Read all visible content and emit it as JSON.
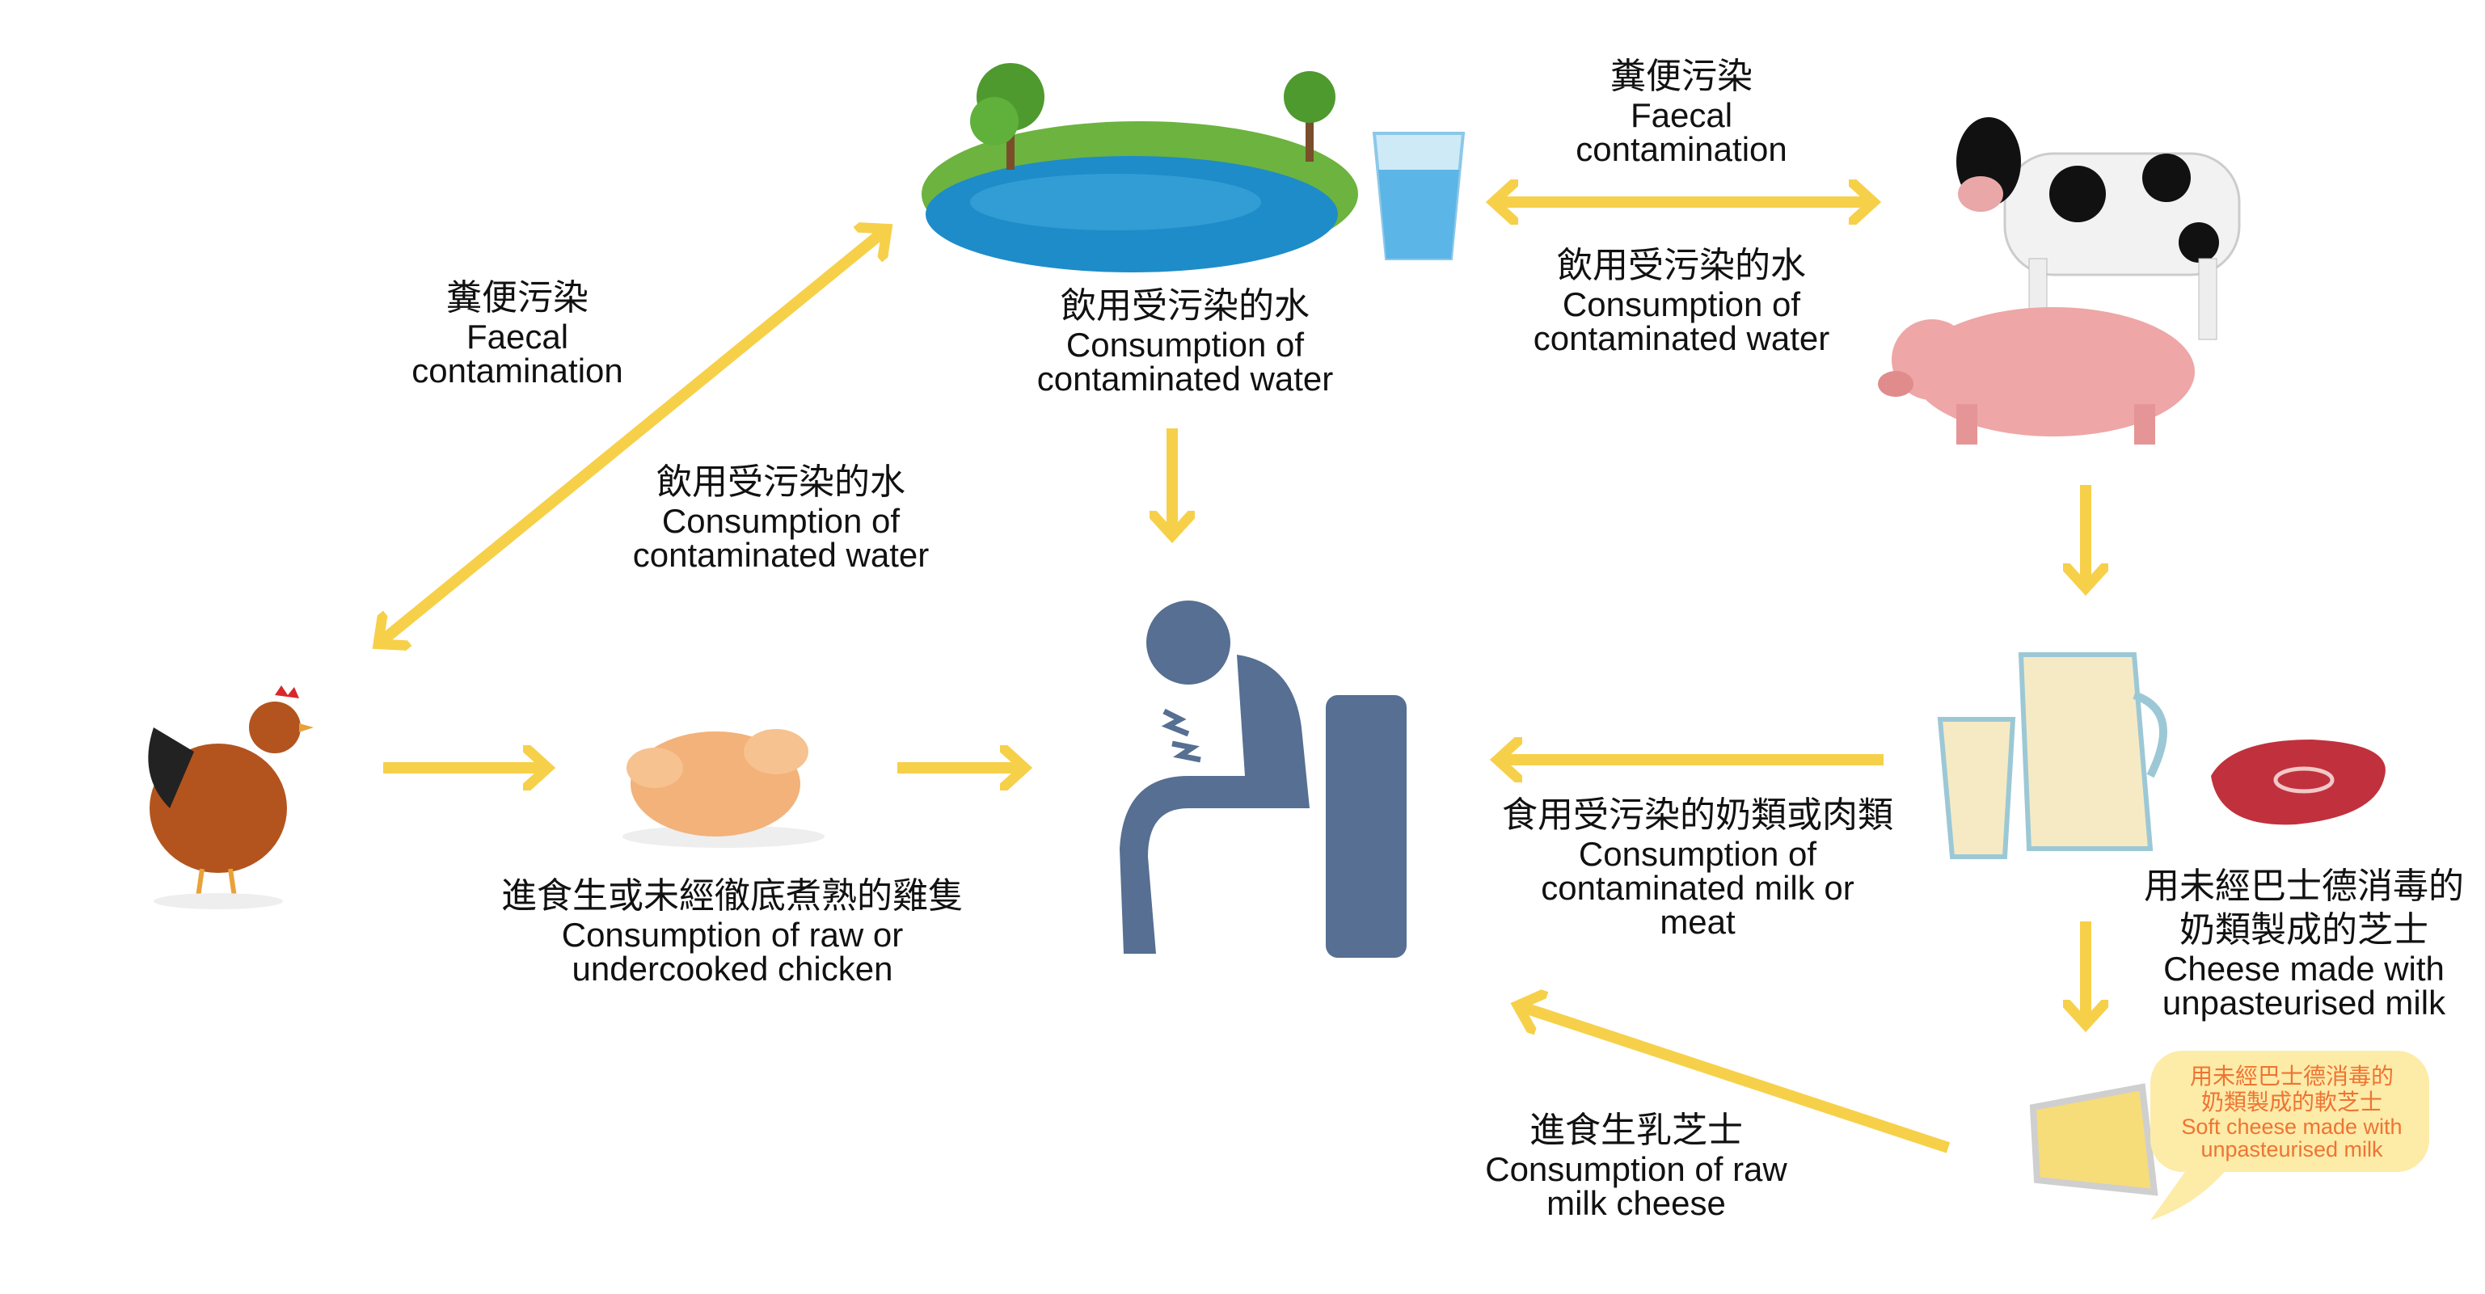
{
  "colors": {
    "arrow": "#F7D04A",
    "person": "#566F92",
    "bubble": "#FDEBA8",
    "bubble_text": "#EE7433"
  },
  "labels": {
    "pond_to_human": {
      "zh": "飲用受污染的水",
      "en1": "Consumption of",
      "en2": "contaminated water"
    },
    "pond_livestock_top": {
      "zh": "糞便污染",
      "en1": "Faecal",
      "en2": "contamination"
    },
    "pond_livestock_bottom": {
      "zh": "飲用受污染的水",
      "en1": "Consumption of",
      "en2": "contaminated water"
    },
    "pond_chicken_top": {
      "zh": "糞便污染",
      "en1": "Faecal",
      "en2": "contamination"
    },
    "pond_chicken_bottom": {
      "zh": "飲用受污染的水",
      "en1": "Consumption of",
      "en2": "contaminated water"
    },
    "chicken_to_human": {
      "zh": "進食生或未經徹底煮熟的雞隻",
      "en1": "Consumption of raw or",
      "en2": "undercooked chicken"
    },
    "milk_meat_to_human": {
      "zh": "食用受污染的奶類或肉類",
      "en1": "Consumption of",
      "en2": "contaminated milk or",
      "en3": "meat"
    },
    "milk_to_cheese": {
      "zh1": "用未經巴士德消毒的",
      "zh2": "奶類製成的芝士",
      "en1": "Cheese made with",
      "en2": "unpasteurised milk"
    },
    "cheese_to_human": {
      "zh": "進食生乳芝士",
      "en1": "Consumption of raw",
      "en2": "milk cheese"
    },
    "bubble": {
      "zh1": "用未經巴士德消毒的",
      "zh2": "奶類製成的軟芝士",
      "en1": "Soft cheese made with",
      "en2": "unpasteurised milk"
    }
  }
}
